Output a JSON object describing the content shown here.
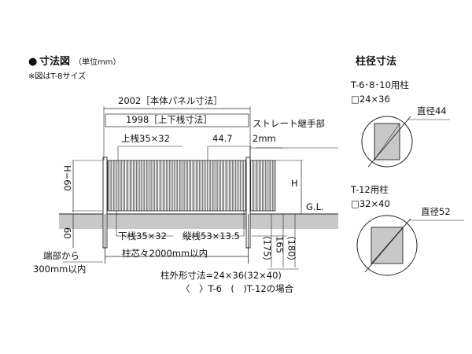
{
  "heading": {
    "bullet": "●",
    "title": "寸法図",
    "unit_note": "（単位mm）",
    "size_note": "※図はT-8サイズ"
  },
  "dimensions": {
    "panel_size": "2002［本体パネル寸法］",
    "rail_size": "1998［上下桟寸法］",
    "top_rail": "上桟35×32",
    "offset": "44.7",
    "straight_joint": "ストレート継手部",
    "straight_joint_value": "2mm",
    "height_label": "H−60",
    "h_label": "H",
    "ground_depth": "60",
    "gl": "G.L.",
    "bottom_rail": "下桟35×32",
    "vertical_rail": "縦桟53×13.5",
    "post_pitch": "柱芯々2000mm以内",
    "end_note_1": "端部から",
    "end_note_2": "300mm以内",
    "depth_t6": "（175）",
    "depth_t8": "165",
    "depth_t12": "（180）",
    "post_outer_size": "柱外形寸法=24×36(32×40)",
    "post_outer_legend": "〈　〉T-6　(　)T-12の場合"
  },
  "post_diameter": {
    "title": "柱径寸法",
    "group1": {
      "models": "T-6･8･10用柱",
      "size": "□24×36",
      "diameter": "直径44"
    },
    "group2": {
      "models": "T-12用柱",
      "size": "□32×40",
      "diameter": "直径52"
    }
  }
}
